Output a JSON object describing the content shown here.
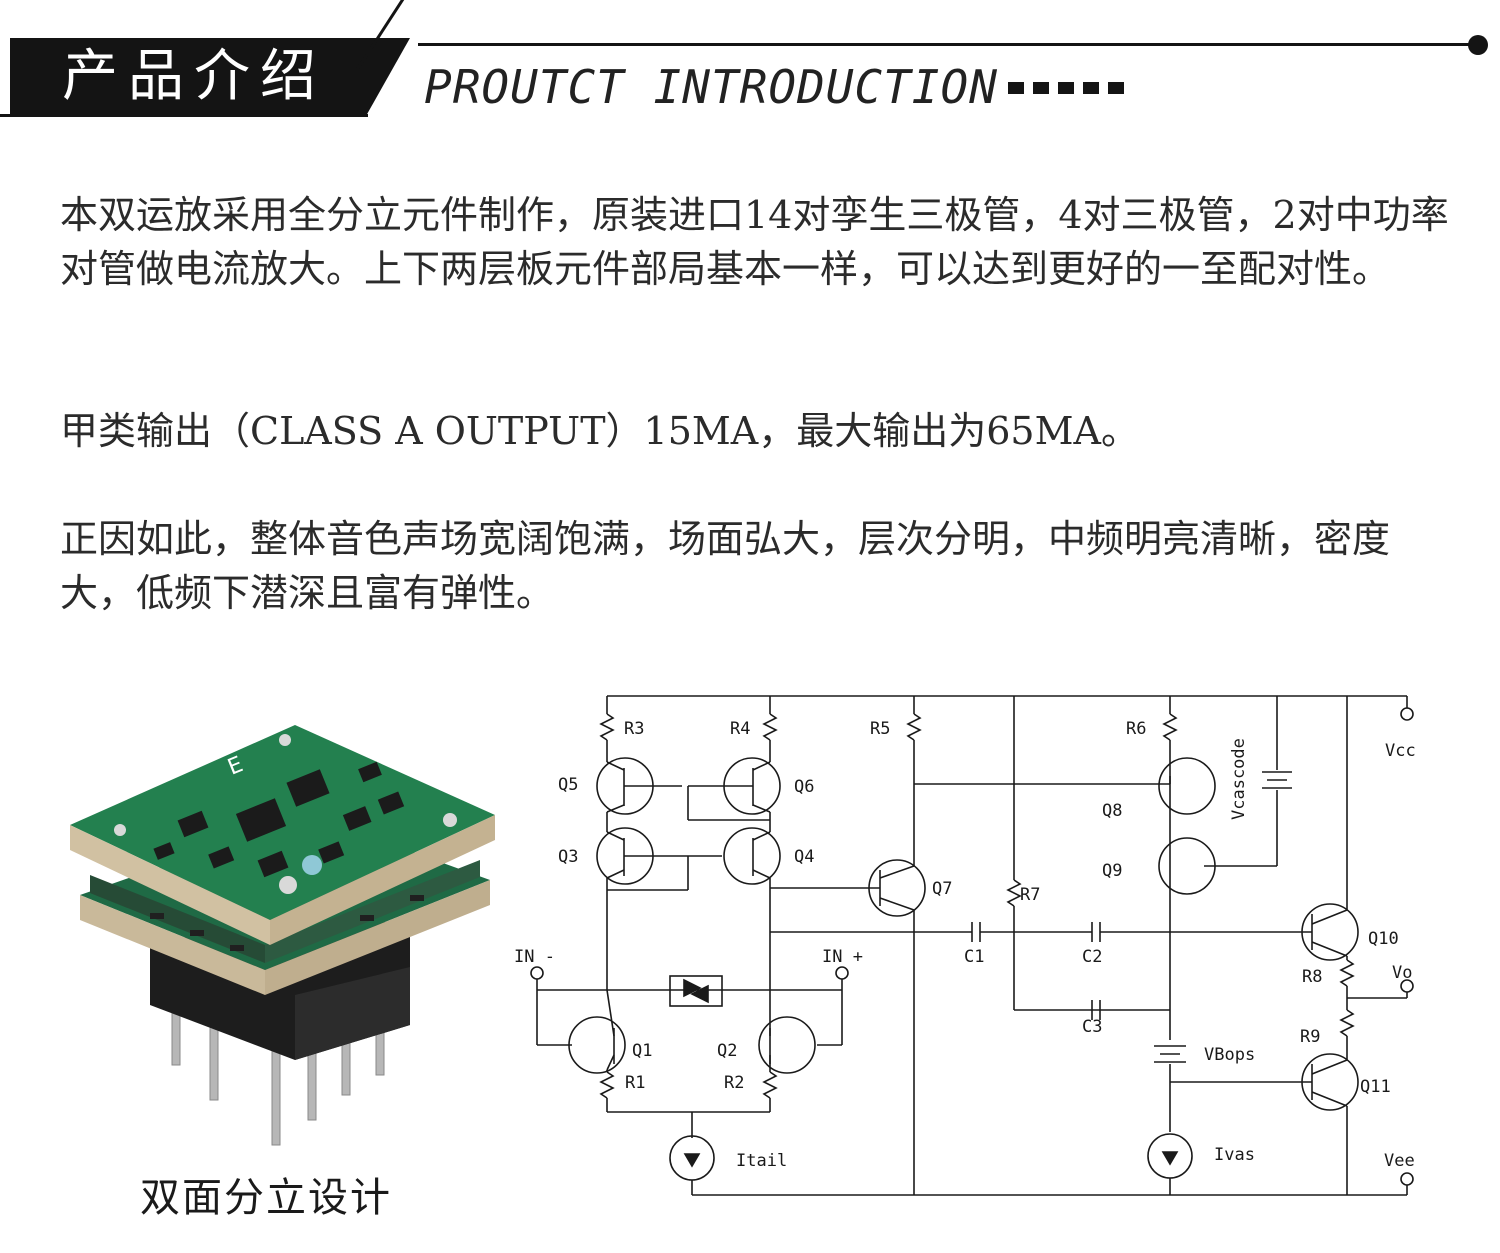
{
  "header": {
    "title_cn": "产品介绍",
    "title_en": "PROUTCT INTRODUCTION"
  },
  "paragraphs": [
    "本双运放采用全分立元件制作，原装进口14对孪生三极管，4对三极管，2对中功率对管做电流放大。上下两层板元件部局基本一样，可以达到更好的一至配对性。",
    "甲类输出（CLASS A OUTPUT）15MA，最大输出为65MA。",
    "正因如此，整体音色声场宽阔饱满，场面弘大，层次分明，中频明亮清晰，密度大，低频下潜深且富有弹性。"
  ],
  "product": {
    "caption": "双面分立设计",
    "board_mark": "E"
  },
  "schematic": {
    "labels": {
      "R3": "R3",
      "R4": "R4",
      "R5": "R5",
      "R6": "R6",
      "R7": "R7",
      "R8": "R8",
      "R9": "R9",
      "R1": "R1",
      "R2": "R2",
      "Q1": "Q1",
      "Q2": "Q2",
      "Q3": "Q3",
      "Q4": "Q4",
      "Q5": "Q5",
      "Q6": "Q6",
      "Q7": "Q7",
      "Q8": "Q8",
      "Q9": "Q9",
      "Q10": "Q10",
      "Q11": "Q11",
      "C1": "C1",
      "C2": "C2",
      "C3": "C3",
      "IN_minus": "IN -",
      "IN_plus": "IN +",
      "Itail": "Itail",
      "Ivas": "Ivas",
      "VBops": "VBops",
      "Vcascode": "Vcascode",
      "Vcc": "Vcc",
      "Vee": "Vee",
      "Vo": "Vo"
    }
  }
}
